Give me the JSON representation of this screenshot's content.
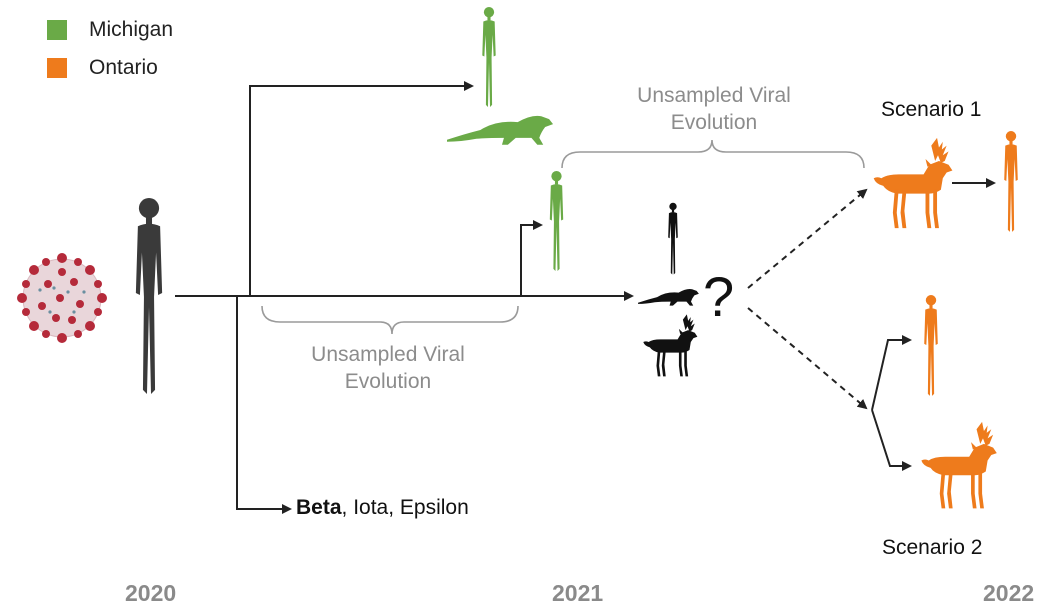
{
  "legend": [
    {
      "label": "Michigan",
      "color": "#6aaa47"
    },
    {
      "label": "Ontario",
      "color": "#ee7b1c"
    }
  ],
  "labels": {
    "unsampled_top": [
      "Unsampled Viral",
      "Evolution"
    ],
    "unsampled_bottom": [
      "Unsampled Viral",
      "Evolution"
    ],
    "scenario1": "Scenario 1",
    "scenario2": "Scenario 2",
    "question": "?",
    "variants_bold": "Beta",
    "variants_rest": ", Iota, Epsilon"
  },
  "timeline": [
    "2020",
    "2021",
    "2022"
  ],
  "icons": {
    "virus": "sars-cov-2-virus-icon",
    "human": "human-icon",
    "mink": "mink-icon",
    "deer": "deer-icon"
  },
  "colors": {
    "black_silhouette": "#111111",
    "gray_human": "#3a3a3a",
    "arrow": "#222222",
    "virus_body": "#e8cfd3",
    "virus_spike": "#b52a3a"
  }
}
